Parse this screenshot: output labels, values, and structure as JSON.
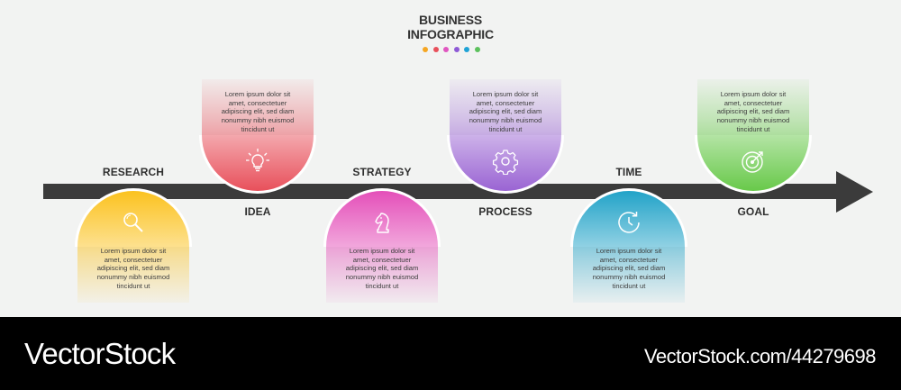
{
  "title": {
    "line1": "BUSINESS",
    "line2": "INFOGRAPHIC"
  },
  "dots": [
    "#f5a623",
    "#e8505b",
    "#e056c0",
    "#8e5ad6",
    "#1fa3d6",
    "#5cc15d"
  ],
  "body_text": [
    "Lorem ipsum dolor sit",
    "amet, consectetuer",
    "adipiscing elit, sed diam",
    "nonummy nibh euismod",
    "tincidunt ut"
  ],
  "steps": [
    {
      "label": "RESEARCH",
      "icon": "magnifier-icon",
      "color": "#fbc21f"
    },
    {
      "label": "IDEA",
      "icon": "lightbulb-icon",
      "color": "#e8505b"
    },
    {
      "label": "STRATEGY",
      "icon": "chess-knight-icon",
      "color": "#e44fb9"
    },
    {
      "label": "PROCESS",
      "icon": "gear-icon",
      "color": "#9a64d3"
    },
    {
      "label": "TIME",
      "icon": "clock-refresh-icon",
      "color": "#22a3c8"
    },
    {
      "label": "GOAL",
      "icon": "target-icon",
      "color": "#68c94a"
    }
  ],
  "footer": {
    "brand": "VectorStock",
    "image_id": "VectorStock.com/44279698"
  }
}
